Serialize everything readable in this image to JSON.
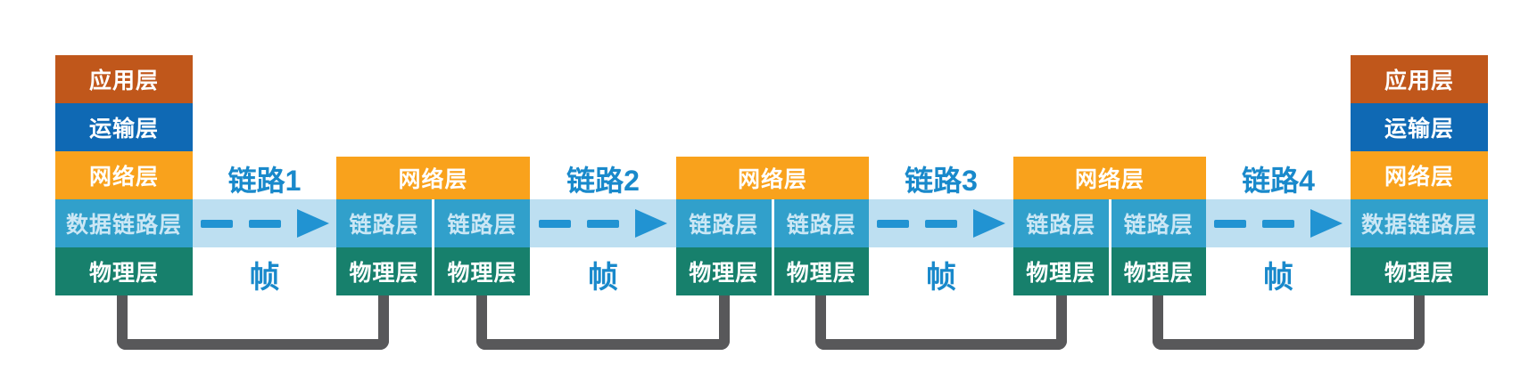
{
  "diagram": {
    "description_labels": {
      "frame": "帧"
    },
    "colors": {
      "application": "#C0571B",
      "transport": "#0F69B4",
      "network": "#F9A21C",
      "link_layer": "#31A0CB",
      "physical": "#17806C",
      "link_band": "#BDDFF1",
      "arrow_blue": "#2193D2",
      "label_blue": "#1989CB",
      "connector_gray": "#58585A",
      "teal_cell_text": "#CBE7F5",
      "cell_text": "#FFFFFF",
      "background": "#FFFFFF"
    }
  },
  "hosts": {
    "left": {
      "layers": [
        "应用层",
        "运输层",
        "网络层",
        "数据链路层",
        "物理层"
      ]
    },
    "right": {
      "layers": [
        "应用层",
        "运输层",
        "网络层",
        "数据链路层",
        "物理层"
      ]
    }
  },
  "routers": [
    {
      "network_label": "网络层",
      "link_label": "链路层",
      "physical_label": "物理层"
    },
    {
      "network_label": "网络层",
      "link_label": "链路层",
      "physical_label": "物理层"
    },
    {
      "network_label": "网络层",
      "link_label": "链路层",
      "physical_label": "物理层"
    }
  ],
  "links": [
    {
      "label": "链路1",
      "frame_label": "帧"
    },
    {
      "label": "链路2",
      "frame_label": "帧"
    },
    {
      "label": "链路3",
      "frame_label": "帧"
    },
    {
      "label": "链路4",
      "frame_label": "帧"
    }
  ]
}
